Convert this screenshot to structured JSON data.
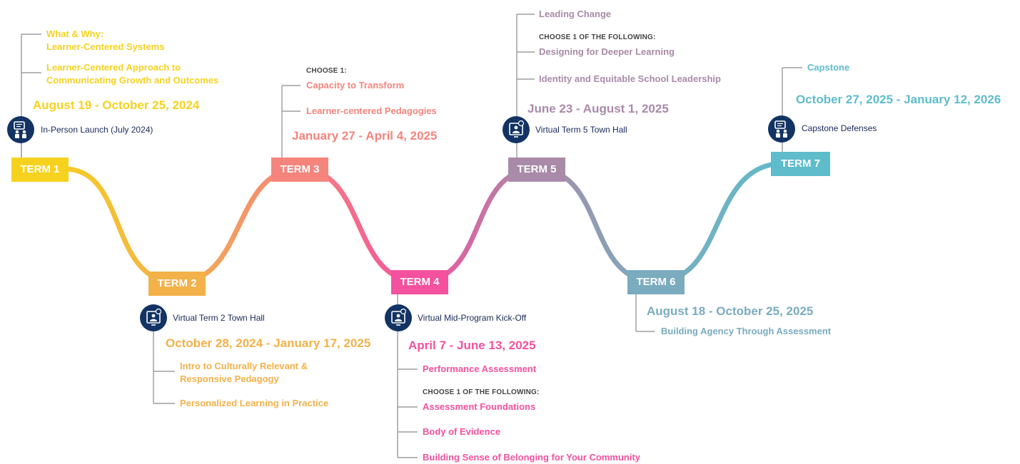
{
  "colors": {
    "term1": "#f6d21e",
    "term2": "#f3b149",
    "term3": "#f4847c",
    "term4": "#f4519e",
    "term5": "#a98aa8",
    "term6": "#7aabbf",
    "term7": "#5fbccb",
    "navy": "#123363",
    "connector": "#8a8a8a"
  },
  "terms": [
    {
      "label": "TERM 1",
      "dates": "August 19 - October 25, 2024",
      "event": "In-Person Launch (July 2024)",
      "event_icon": "in-person-presentation-icon",
      "courses": [
        "What & Why:\nLearner-Centered Systems",
        "Learner-Centered Approach to\nCommunicating Growth and Outcomes"
      ]
    },
    {
      "label": "TERM 2",
      "dates": "October 28, 2024 - January 17, 2025",
      "event": "Virtual Term 2 Town Hall",
      "event_icon": "virtual-meeting-icon",
      "courses": [
        "Intro to Culturally Relevant &\nResponsive Pedagogy",
        "Personalized Learning in Practice"
      ]
    },
    {
      "label": "TERM 3",
      "dates": "January 27 - April 4, 2025",
      "choose_label": "CHOOSE 1:",
      "courses": [
        "Capacity to Transform",
        "Learner-centered Pedagogies"
      ]
    },
    {
      "label": "TERM 4",
      "dates": "April 7 - June 13, 2025",
      "event": "Virtual Mid-Program Kick-Off",
      "event_icon": "virtual-meeting-icon",
      "courses": [
        "Performance Assessment"
      ],
      "choose_label": "CHOOSE 1 OF THE FOLLOWING:",
      "elective_courses": [
        "Assessment Foundations",
        "Body of Evidence",
        "Building Sense of Belonging for Your Community"
      ]
    },
    {
      "label": "TERM 5",
      "dates": "June 23 - August 1, 2025",
      "event": "Virtual Term 5 Town Hall",
      "event_icon": "virtual-meeting-icon",
      "courses": [
        "Leading Change"
      ],
      "choose_label": "CHOOSE 1 OF THE FOLLOWING:",
      "elective_courses": [
        "Designing for Deeper Learning",
        "Identity and Equitable School Leadership"
      ]
    },
    {
      "label": "TERM 6",
      "dates": "August 18 - October 25, 2025",
      "courses": [
        "Building Agency Through Assessment"
      ]
    },
    {
      "label": "TERM 7",
      "dates": "October 27, 2025 - January 12, 2026",
      "event": "Capstone Defenses",
      "event_icon": "in-person-presentation-icon",
      "courses": [
        "Capstone"
      ]
    }
  ]
}
